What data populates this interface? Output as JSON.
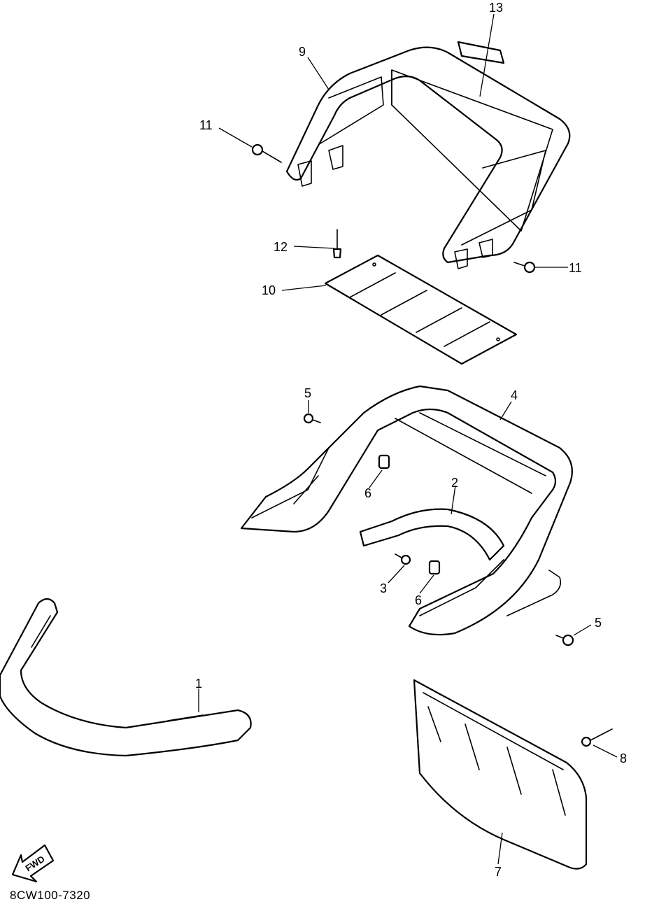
{
  "diagram_code": "8CW100-7320",
  "fwd_label": "FWD",
  "callouts": {
    "c1": "1",
    "c2": "2",
    "c3": "3",
    "c4": "4",
    "c5a": "5",
    "c5b": "5",
    "c6a": "6",
    "c6b": "6",
    "c7": "7",
    "c8": "8",
    "c9": "9",
    "c10": "10",
    "c11a": "11",
    "c11b": "11",
    "c12": "12",
    "c13": "13"
  }
}
